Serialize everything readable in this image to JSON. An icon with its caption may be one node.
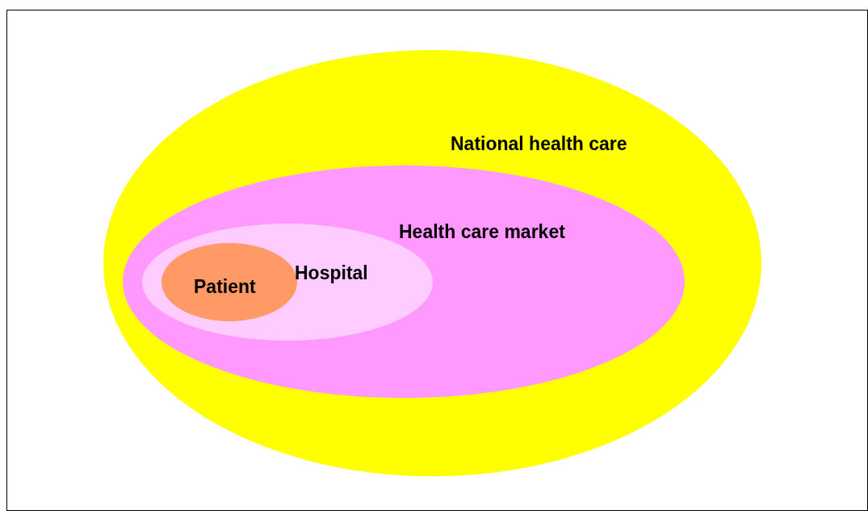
{
  "diagram": {
    "nodes": [
      {
        "text": [
          "National health care"
        ]
      },
      {
        "text": [
          "Health care market"
        ],
        "in": 0
      },
      {
        "text": [
          "Hospital"
        ],
        "in": 1
      },
      {
        "text": [
          "Patient"
        ],
        "in": 2
      }
    ]
  }
}
